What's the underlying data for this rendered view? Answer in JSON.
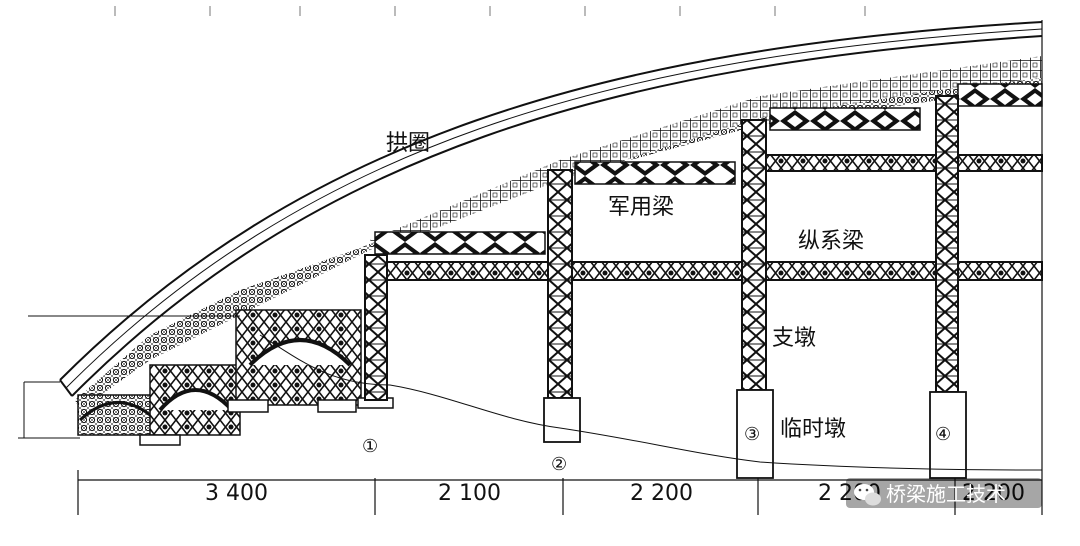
{
  "labels": {
    "arch": "拱圈",
    "military_beam": "军用梁",
    "longitudinal_beam": "纵系梁",
    "pier": "支墩",
    "temp_pier": "临时墩"
  },
  "pier_numbers": [
    "①",
    "②",
    "③",
    "④"
  ],
  "dimensions": [
    "3 400",
    "2 100",
    "2 200",
    "2 200",
    "2 200"
  ],
  "watermark": "桥梁施工技术",
  "watermark_icon": "wechat-icon"
}
